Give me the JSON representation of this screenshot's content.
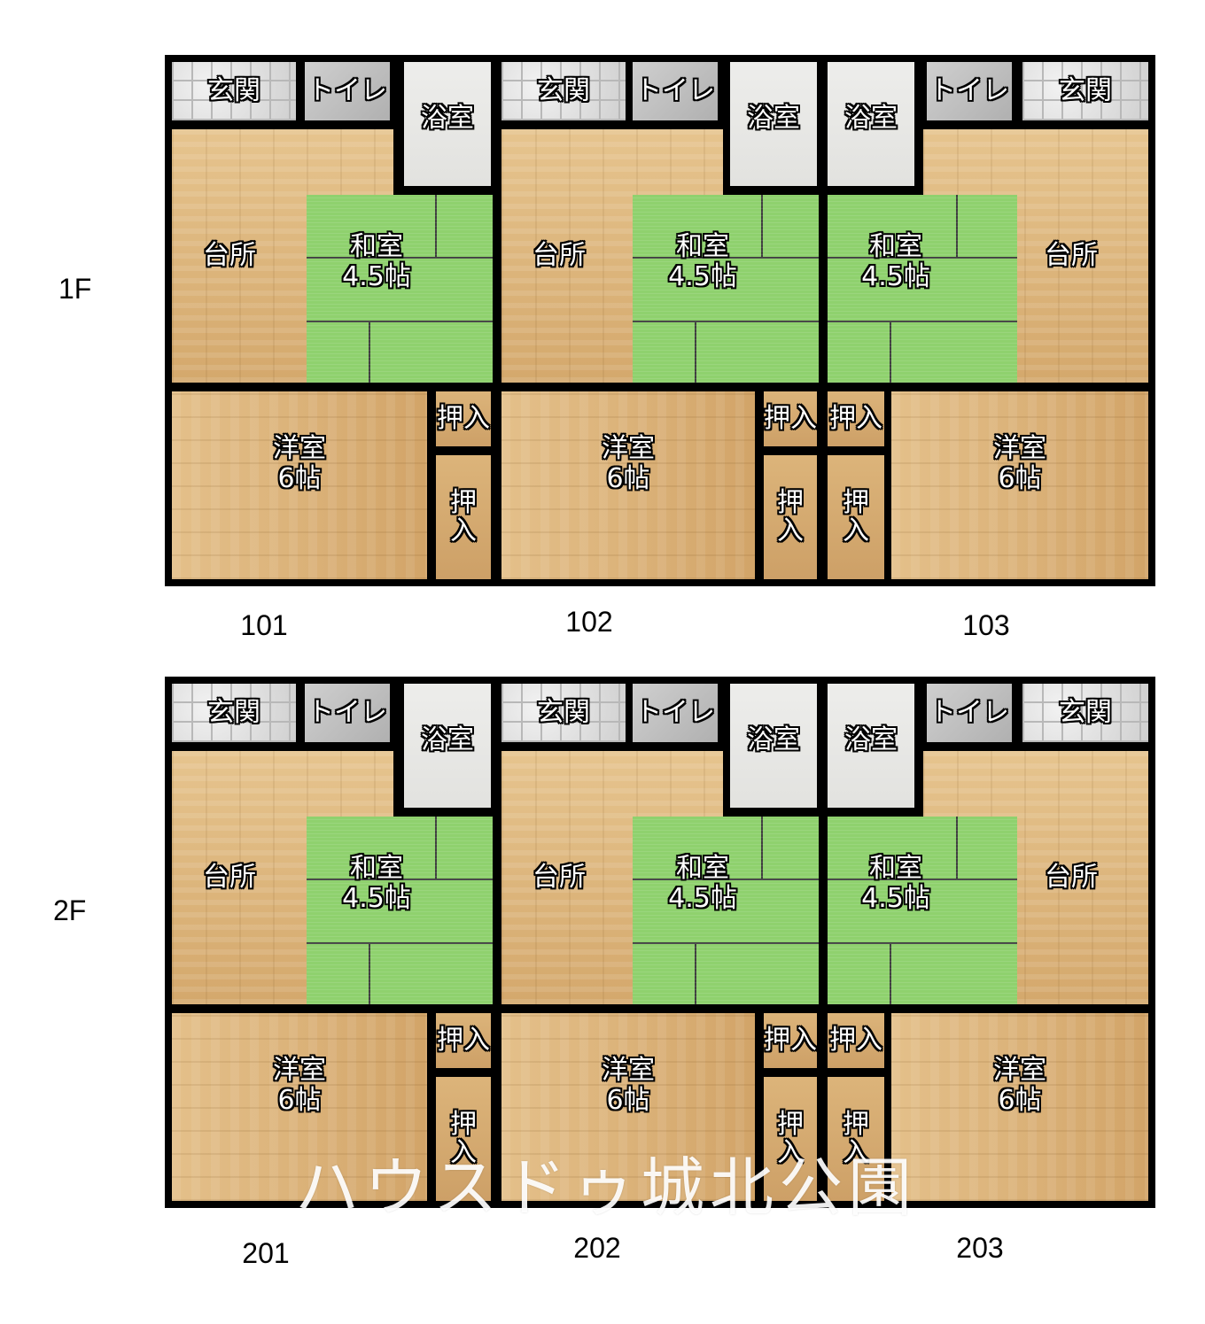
{
  "floors": [
    {
      "label": "1F",
      "units": [
        "101",
        "102",
        "103"
      ],
      "rooms": {
        "genkan": "玄関",
        "toilet": "トイレ",
        "bath": "浴室",
        "kitchen": "台所",
        "washitsu": [
          "和室",
          "4.5帖"
        ],
        "youshitsu": [
          "洋室",
          "6帖"
        ],
        "oshiire": "押入",
        "oshiire_vertical": [
          "押",
          "入"
        ]
      }
    },
    {
      "label": "2F",
      "units": [
        "201",
        "202",
        "203"
      ],
      "rooms": {
        "genkan": "玄関",
        "toilet": "トイレ",
        "bath": "浴室",
        "kitchen": "台所",
        "washitsu": [
          "和室",
          "4.5帖"
        ],
        "youshitsu": [
          "洋室",
          "6帖"
        ],
        "oshiire": "押入",
        "oshiire_vertical": [
          "押",
          "入"
        ]
      }
    }
  ],
  "watermark": "ハウスドゥ城北公園"
}
